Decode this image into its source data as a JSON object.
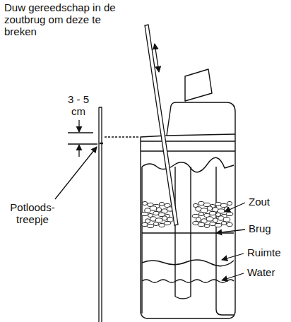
{
  "diagram": {
    "labels": [
      "Duw gereedschap in de zoutbrug om deze te breken",
      "3 - 5 cm",
      "Potloods- treepje",
      "Zout",
      "Brug",
      "Ruimte",
      "Water"
    ]
  }
}
